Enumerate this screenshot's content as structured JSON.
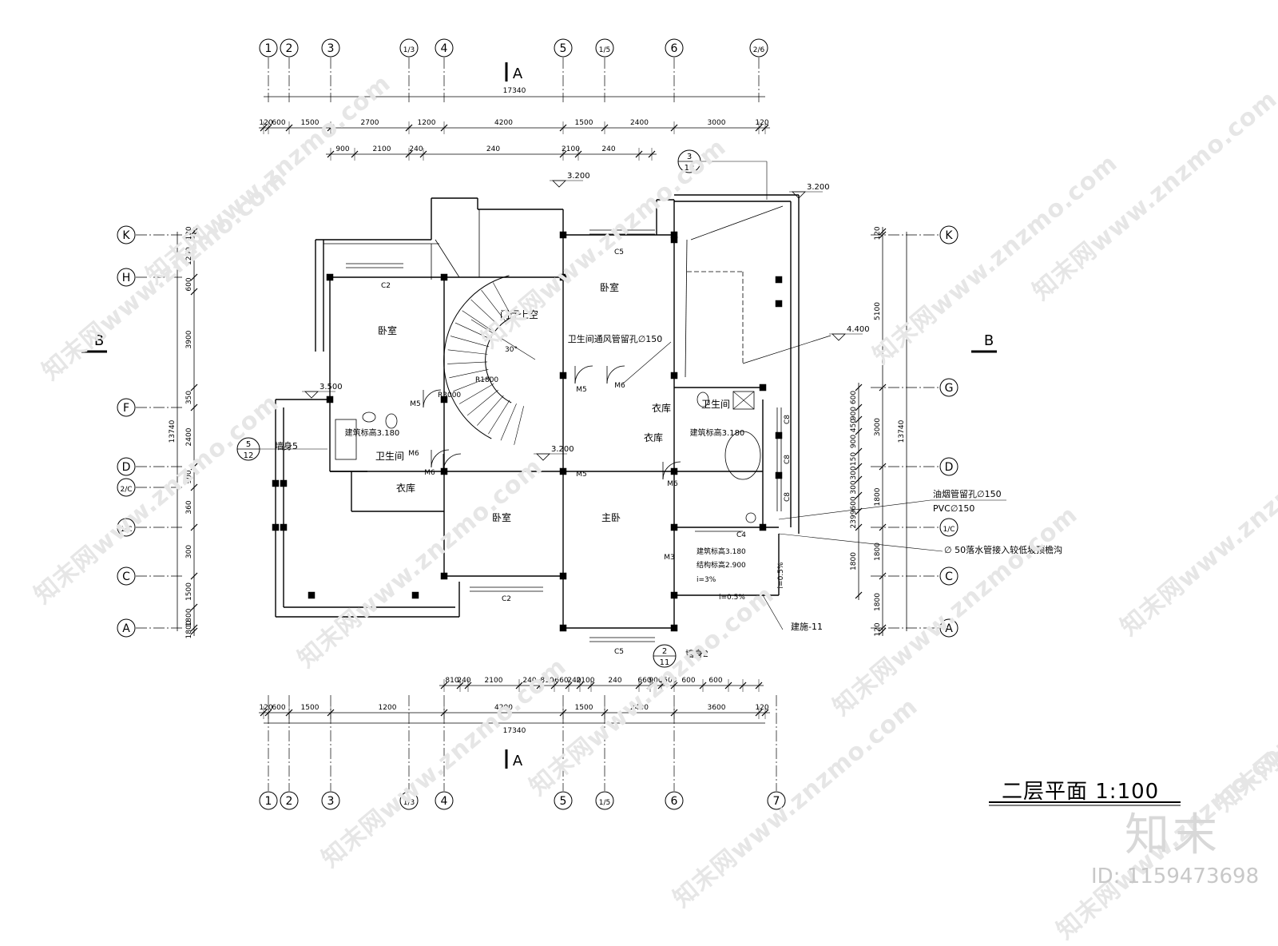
{
  "drawing": {
    "title": "二层平面  1:100",
    "brand": "知末",
    "image_id": "ID: 1159473698",
    "watermark": "知末网www.znzmo.com"
  },
  "column_axes_top": [
    "1",
    "2",
    "3",
    "1/3",
    "4",
    "5",
    "1/5",
    "6",
    "2/6"
  ],
  "column_axes_bottom": [
    "1",
    "2",
    "3",
    "1/3",
    "4",
    "5",
    "1/5",
    "6",
    "7"
  ],
  "row_axes": [
    "K",
    "H",
    "F",
    "D",
    "2/C",
    "1/C",
    "C",
    "A"
  ],
  "row_axes_right": [
    "K",
    "G",
    "D",
    "1/C",
    "C",
    "A"
  ],
  "section_marks": [
    "A",
    "A",
    "B",
    "B"
  ],
  "dimensions": {
    "total": "17340",
    "top_chain": [
      "120",
      "600",
      "1500",
      "2700",
      "1200",
      "4200",
      "1500",
      "2400",
      "3000",
      "120"
    ],
    "top_sub": [
      "900",
      "2100",
      "240",
      "240",
      "2100",
      "240"
    ],
    "bottom_chain": [
      "120",
      "600",
      "1500",
      "1200",
      "4200",
      "1500",
      "2400",
      "3600",
      "120"
    ],
    "bottom_sub": [
      "810",
      "240",
      "2100",
      "240",
      "810",
      "660",
      "240",
      "2100",
      "240",
      "660",
      "900",
      "1500",
      "600",
      "600"
    ],
    "left_total": "13740",
    "left_chain": [
      "120",
      "1200",
      "600",
      "3900",
      "350",
      "2400",
      "900",
      "360",
      "300",
      "1500",
      "1800",
      "1800",
      "600",
      "120"
    ],
    "right_total": "13740",
    "right_chain": [
      "120",
      "5100",
      "3000",
      "1800",
      "1800",
      "1800",
      "120"
    ],
    "right_sub": [
      "600",
      "900",
      "450",
      "900",
      "150",
      "300",
      "300",
      "600",
      "2399",
      "1800"
    ]
  },
  "rooms": [
    "卧室",
    "门厅上空",
    "卧室",
    "卧室",
    "主卧",
    "衣库",
    "衣库",
    "衣库",
    "卫生间",
    "卫生间"
  ],
  "annotations": {
    "vent": "卫生间通风管留孔∅150",
    "flue": "油烟管留孔∅150",
    "pvc": "PVC∅150",
    "downpipe": "∅ 50落水管接入较低坡顶檐沟",
    "arch_elev_1": "建筑标高3.180",
    "arch_elev_2": "建筑标高3.180",
    "arch_elev_3": "建筑标高3.180",
    "struct_elev": "结构标高2.900",
    "slope_1": "i=3%",
    "slope_2": "i=0.5%",
    "slope_3": "i=0.5%",
    "ref_construction": "建施-11",
    "wall_5": "墙身5",
    "wall_2": "墙身2",
    "radius_1": "R3000",
    "radius_2": "R1800",
    "angle": "30°"
  },
  "levels": [
    "3.200",
    "3.200",
    "3.200",
    "3.500",
    "4.400"
  ],
  "detail_refs": [
    {
      "num": "3",
      "sheet": "12"
    },
    {
      "num": "5",
      "sheet": "12"
    },
    {
      "num": "2",
      "sheet": "11"
    }
  ],
  "openings": [
    "C2",
    "C2",
    "C5",
    "C5",
    "C4",
    "C8",
    "C8",
    "C8",
    "M5",
    "M5",
    "M5",
    "M6",
    "M6",
    "M6",
    "M6",
    "M3"
  ]
}
